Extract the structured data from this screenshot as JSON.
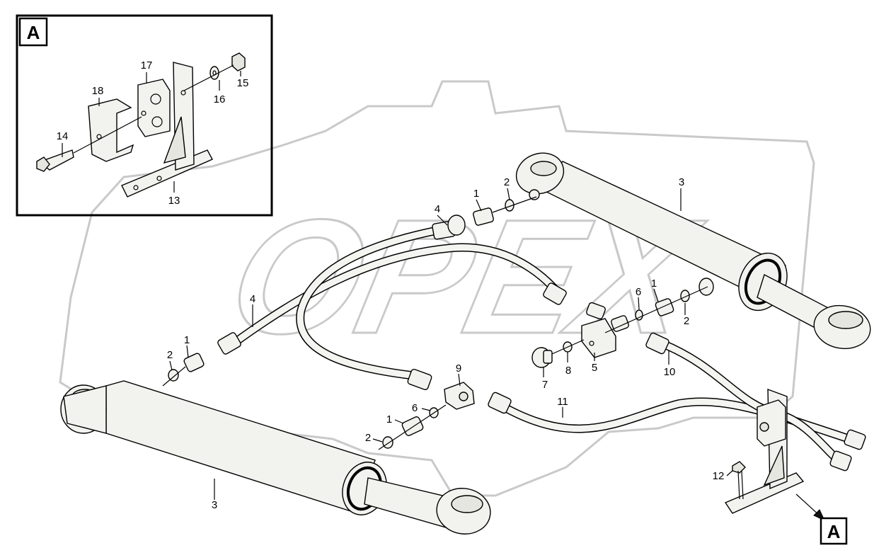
{
  "labels": {
    "p1a": "1",
    "p1b": "1",
    "p1c": "1",
    "p1d": "1",
    "p2a": "2",
    "p2b": "2",
    "p2c": "2",
    "p2d": "2",
    "p3a": "3",
    "p3b": "3",
    "p4a": "4",
    "p4b": "4",
    "p5": "5",
    "p6a": "6",
    "p6b": "6",
    "p7": "7",
    "p8": "8",
    "p9": "9",
    "p10": "10",
    "p11": "11",
    "p12": "12",
    "p13": "13",
    "p14": "14",
    "p15": "15",
    "p16": "16",
    "p17": "17",
    "p18": "18"
  },
  "detail": {
    "inset_letter": "A",
    "callout_letter": "A"
  },
  "watermark": {
    "text": "OPEX"
  }
}
